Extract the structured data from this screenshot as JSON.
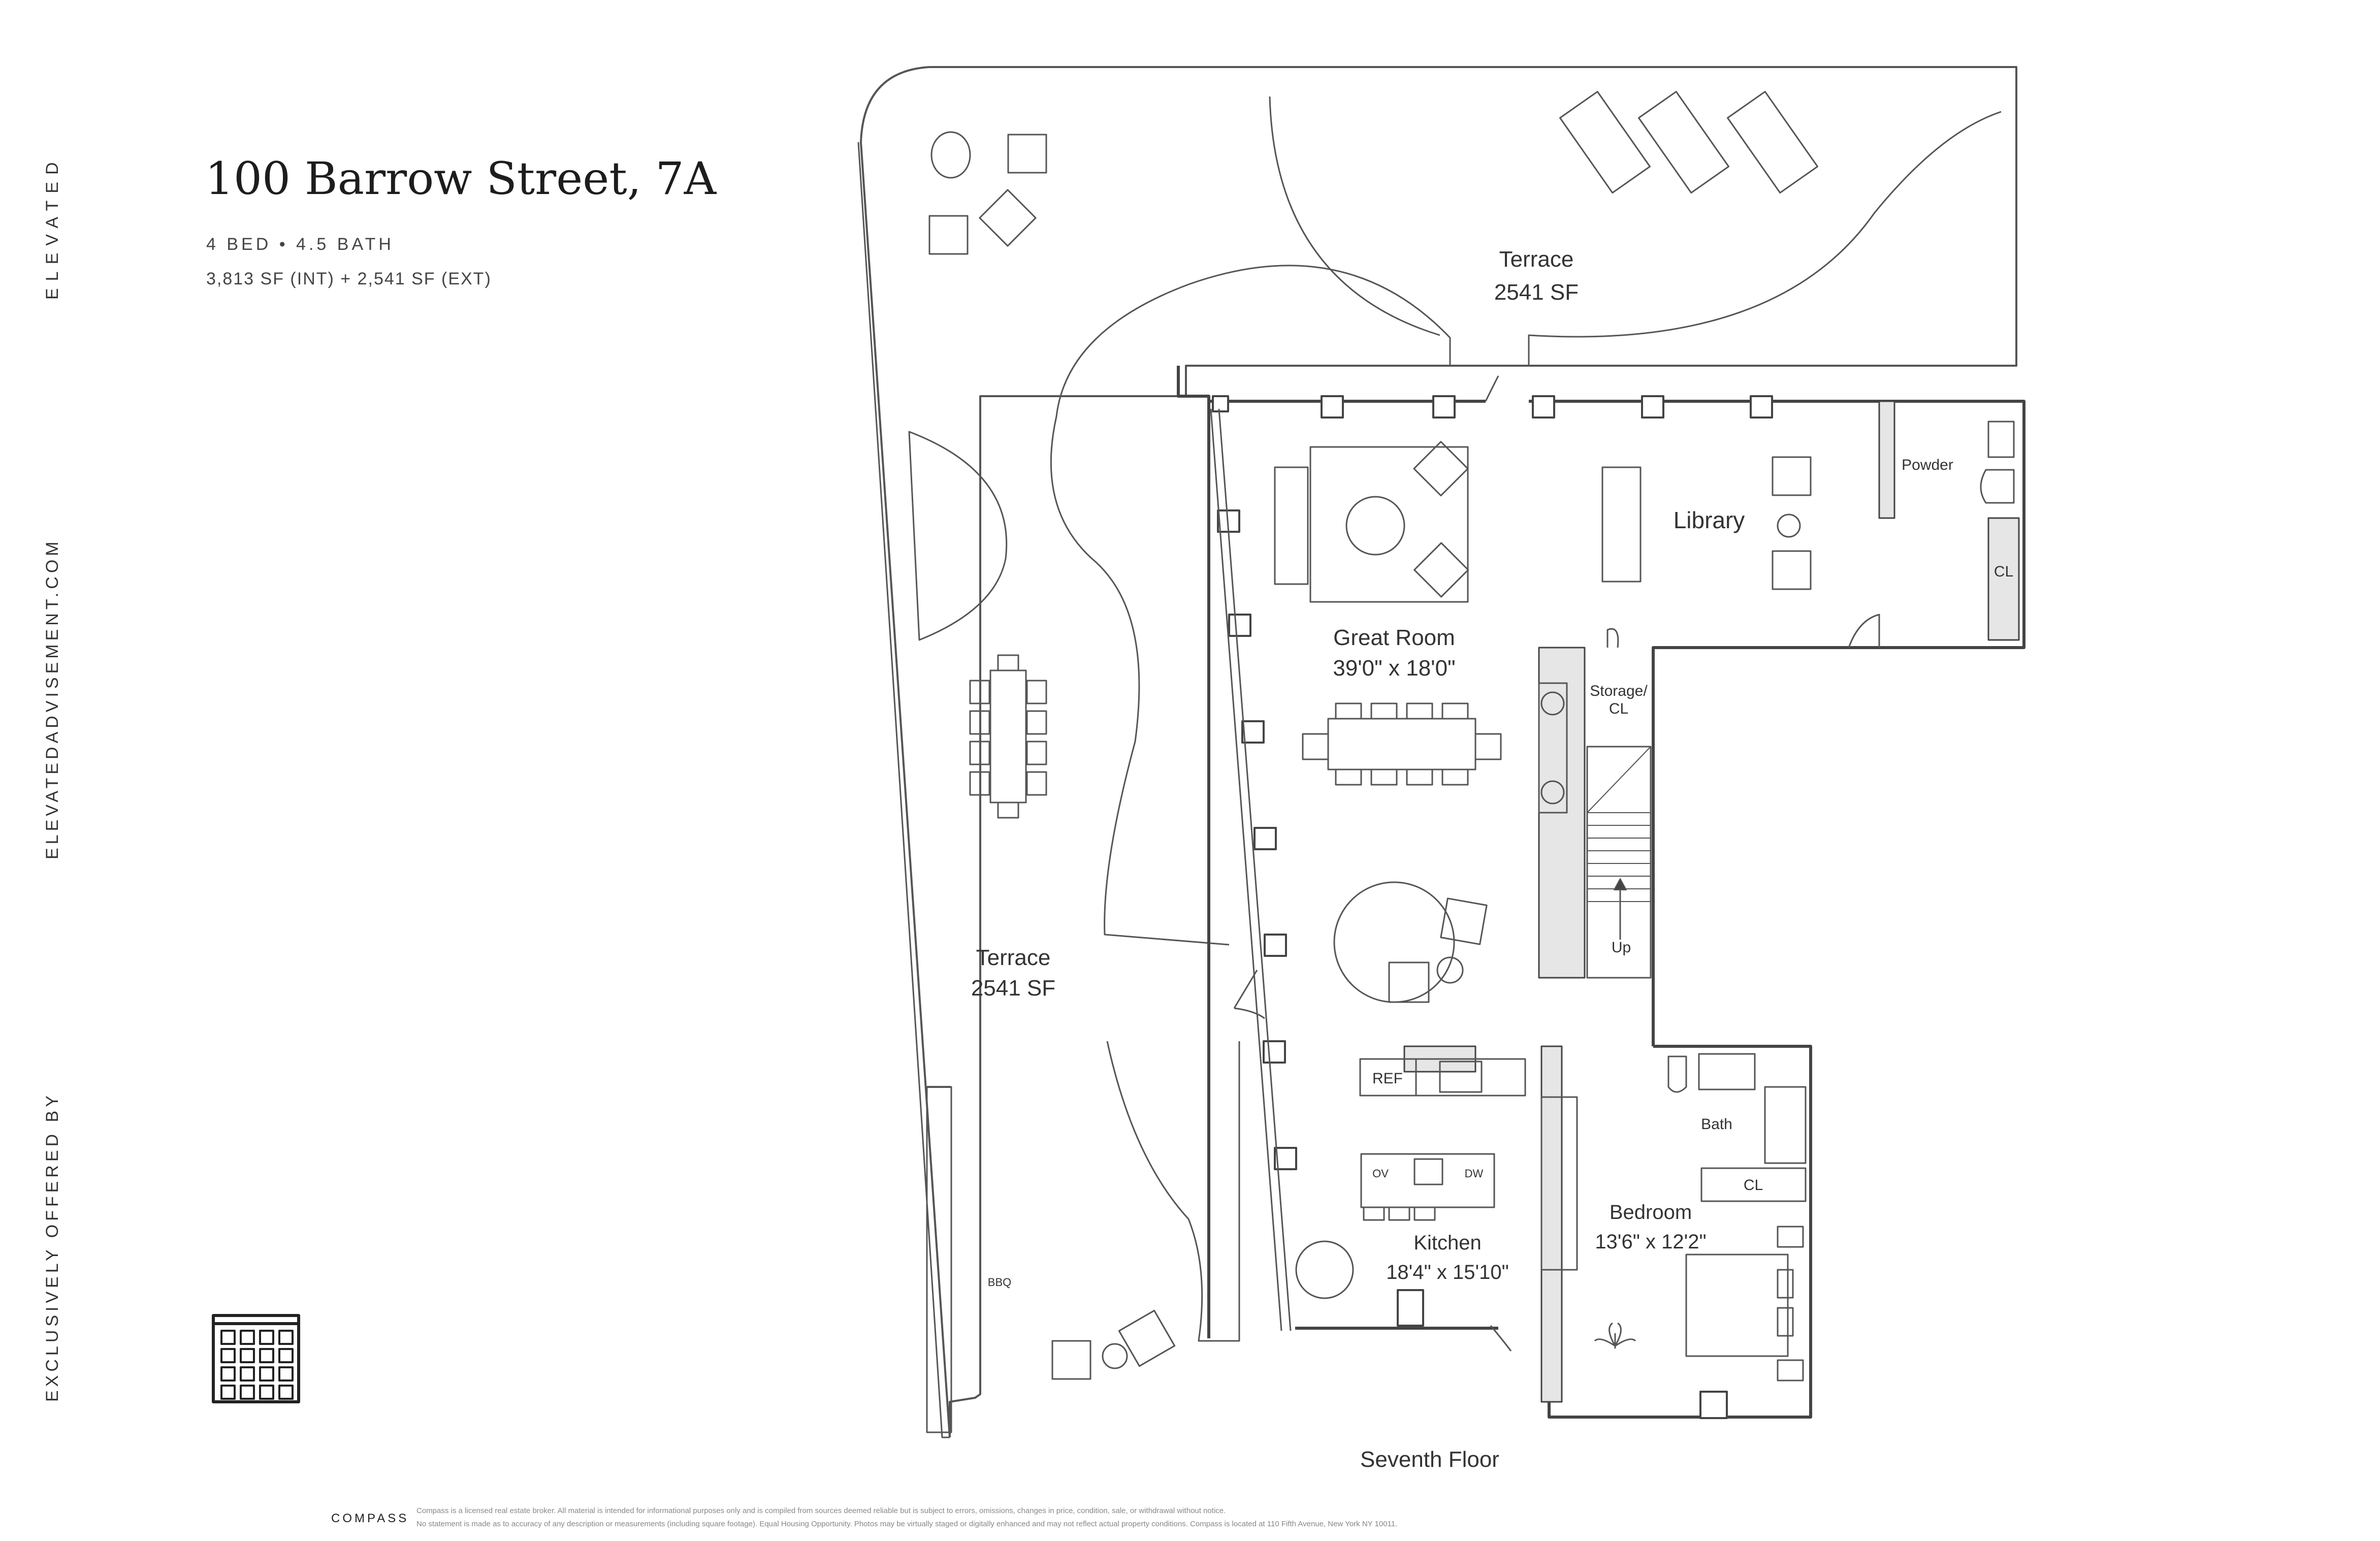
{
  "sidebar": {
    "brand": "ELEVATED",
    "website": "ELEVATEDADVISEMENT.COM",
    "offered": "EXCLUSIVELY OFFERED BY"
  },
  "listing": {
    "title": "100 Barrow Street, 7A",
    "beds_baths": "4 BED • 4.5 BATH",
    "square_feet": "3,813 SF (INT) + 2,541 SF (EXT)"
  },
  "floorplan": {
    "floor_label": "Seventh Floor",
    "rooms": {
      "terrace_north": {
        "name": "Terrace",
        "area": "2541 SF"
      },
      "terrace_west": {
        "name": "Terrace",
        "area": "2541 SF"
      },
      "great_room": {
        "name": "Great Room",
        "dims": "39'0\" x 18'0\""
      },
      "library": {
        "name": "Library"
      },
      "powder": {
        "name": "Powder"
      },
      "cl_powder": {
        "name": "CL"
      },
      "storage": {
        "name_line1": "Storage/",
        "name_line2": "CL"
      },
      "stairs": {
        "name": "Up"
      },
      "kitchen": {
        "name": "Kitchen",
        "dims": "18'4\" x 15'10\""
      },
      "bath": {
        "name": "Bath"
      },
      "cl_bedroom": {
        "name": "CL"
      },
      "bedroom": {
        "name": "Bedroom",
        "dims": "13'6\" x 12'2\""
      }
    },
    "fixtures": {
      "ref": "REF",
      "ov": "OV",
      "dw": "DW",
      "bbq": "BBQ"
    }
  },
  "footer": {
    "brand": "COMPASS",
    "disclaimer_line1": "Compass is a licensed real estate broker. All material is intended for informational purposes only and is compiled from sources deemed reliable but is subject to errors, omissions, changes in price, condition, sale, or withdrawal without notice.",
    "disclaimer_line2": "No statement is made as to accuracy of any description or measurements (including square footage). Equal Housing Opportunity. Photos may be virtually staged or digitally enhanced and may not reflect actual property conditions. Compass is located at 110 Fifth Avenue, New York NY 10011."
  }
}
